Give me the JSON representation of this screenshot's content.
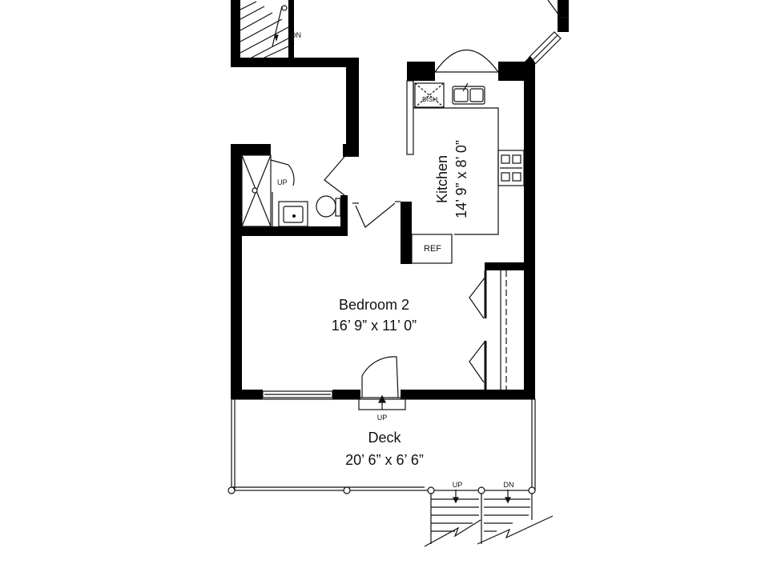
{
  "rooms": {
    "kitchen": {
      "name": "Kitchen",
      "dims": "14’ 9” x 8’ 0”"
    },
    "bedroom2": {
      "name": "Bedroom 2",
      "dims": "16’ 9” x 11’ 0”"
    },
    "deck": {
      "name": "Deck",
      "dims": "20’ 6” x 6’ 6”"
    }
  },
  "fixtures": {
    "dishwasher": "DISH",
    "refrigerator": "REF"
  },
  "stairs": {
    "top_dn": "DN",
    "bath_up": "UP",
    "door_up": "UP",
    "deck_up": "UP",
    "deck_dn": "DN"
  },
  "colors": {
    "wall": "#000000",
    "line": "#111111",
    "background": "#ffffff"
  }
}
